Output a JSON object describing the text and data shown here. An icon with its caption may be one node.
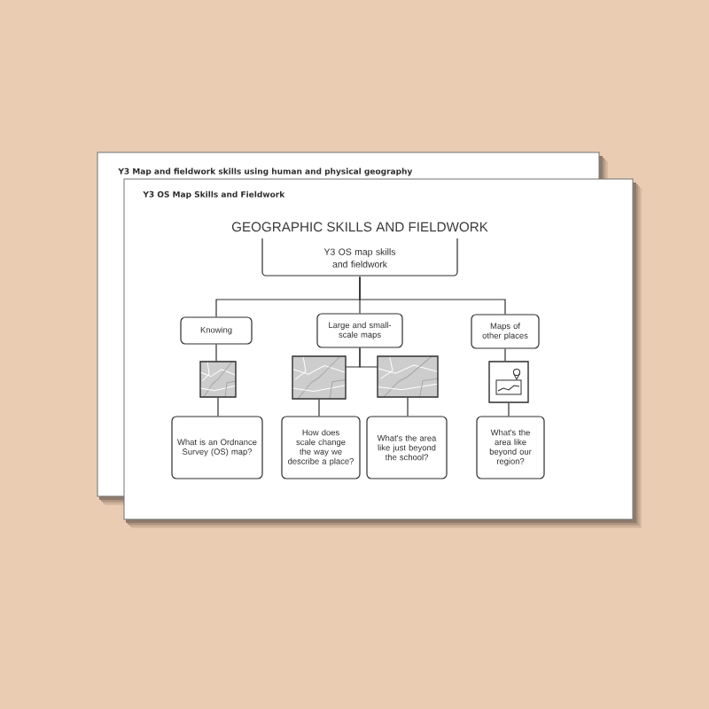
{
  "diagram": {
    "title": "GEOGRAPHIC SKILLS AND FIELDWORK",
    "nodes": [
      {
        "text": [
          "Y3 OS map skills and fieldwork"
        ]
      },
      {
        "text": [
          "Knowing"
        ]
      },
      {
        "text": [
          "Large and small-scale maps"
        ]
      },
      {
        "text": [
          "Maps of other places"
        ]
      },
      {
        "text": [],
        "shape": "picture"
      },
      {
        "text": [],
        "shape": "picture"
      },
      {
        "text": [],
        "shape": "picture"
      },
      {
        "text": [],
        "shape": "picture"
      },
      {
        "text": [
          "What is an Ordnance Survey (OS) map?"
        ]
      },
      {
        "text": [
          "How does scale change the way we describe a place?"
        ]
      },
      {
        "text": [
          "What's the area like just beyond the school?"
        ]
      },
      {
        "text": [
          "What's the area like beyond our region?"
        ]
      }
    ],
    "edges": [
      {
        "from": 0,
        "to": 1,
        "arrow": "none"
      },
      {
        "from": 0,
        "to": 2,
        "arrow": "none"
      },
      {
        "from": 0,
        "to": 3,
        "arrow": "none"
      },
      {
        "from": 1,
        "to": 4,
        "arrow": "none"
      },
      {
        "from": 2,
        "to": 5,
        "arrow": "none"
      },
      {
        "from": 2,
        "to": 6,
        "arrow": "none"
      },
      {
        "from": 3,
        "to": 7,
        "arrow": "none"
      },
      {
        "from": 4,
        "to": 8,
        "arrow": "none"
      },
      {
        "from": 5,
        "to": 9,
        "arrow": "none"
      },
      {
        "from": 6,
        "to": 10,
        "arrow": "none"
      },
      {
        "from": 7,
        "to": 11,
        "arrow": "none"
      }
    ],
    "labels": [
      "Y3 Map and fieldwork skills using human and physical geography",
      "Y3 OS Map Skills and Fieldwork"
    ]
  }
}
